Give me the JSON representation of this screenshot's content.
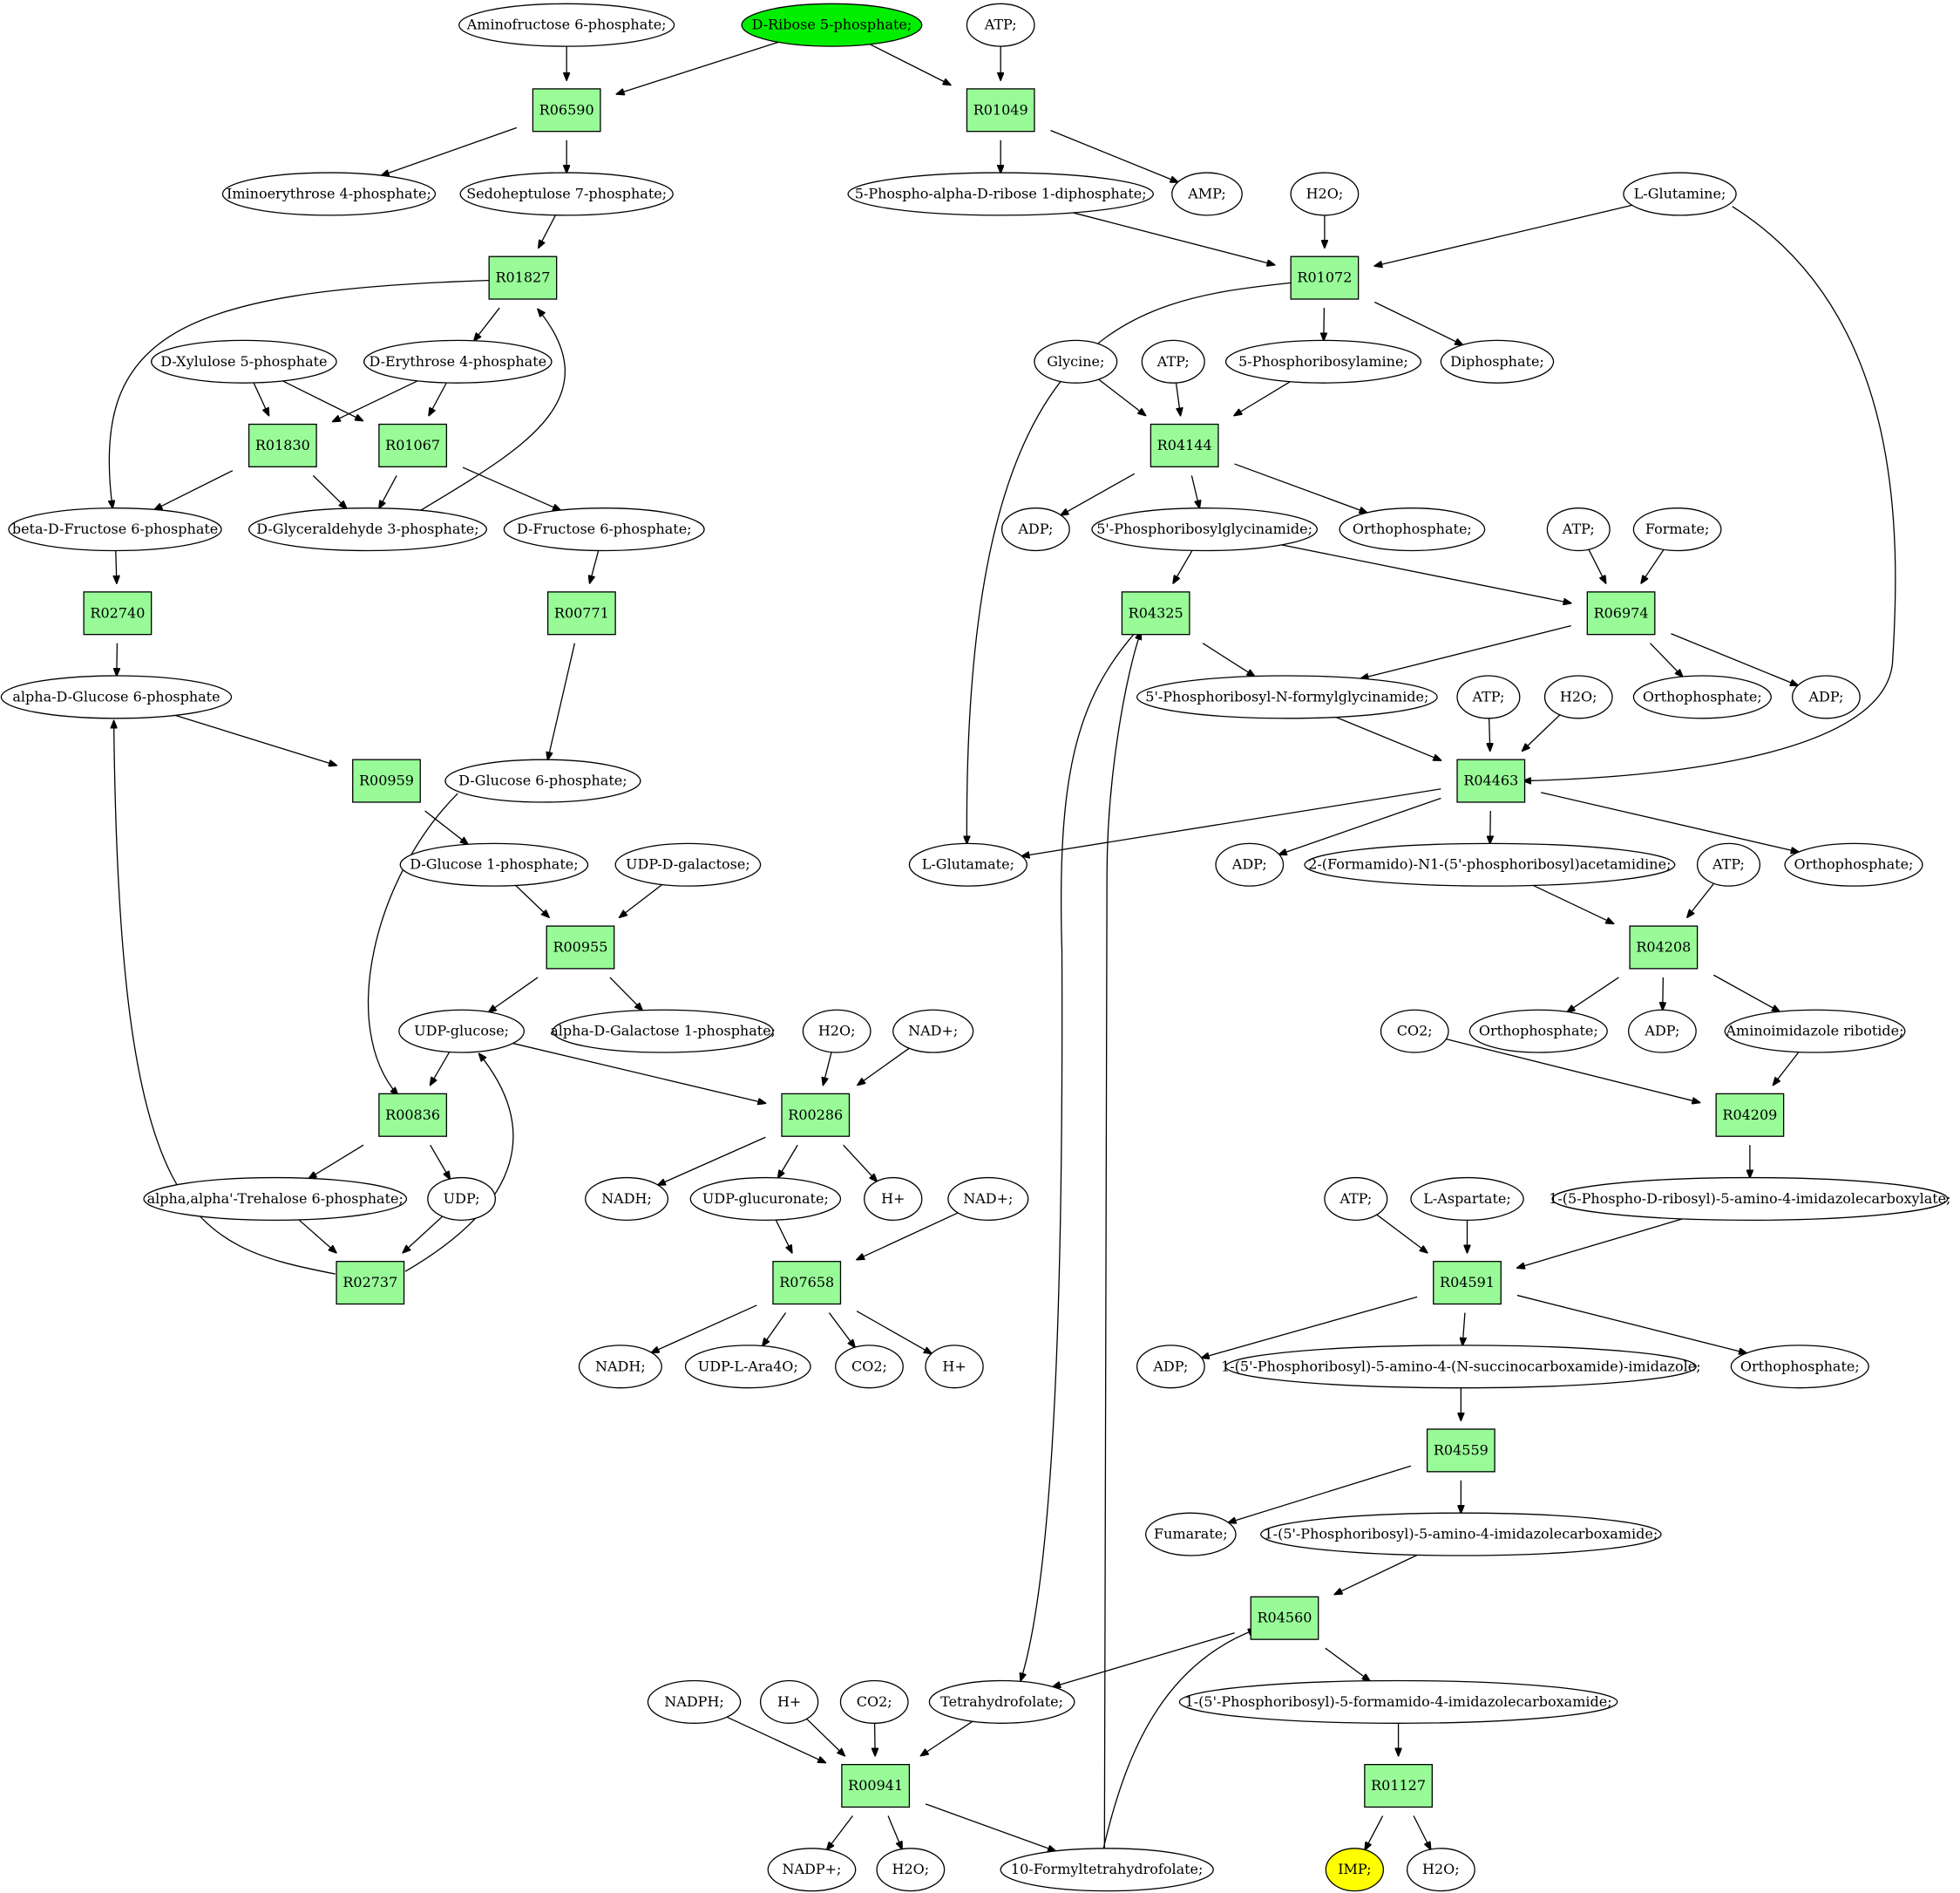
{
  "colors": {
    "reaction": "#98fb98",
    "metabolite": "#ffffff",
    "start": "#00ee00",
    "target": "#ffff00"
  },
  "nodes": [
    {
      "id": "m_aminofru6p",
      "kind": "compound",
      "label": "Aminofructose 6-phosphate;"
    },
    {
      "id": "m_ribose5p",
      "kind": "compound",
      "label": "D-Ribose 5-phosphate;",
      "role": "start"
    },
    {
      "id": "m_atp1",
      "kind": "compound",
      "label": "ATP;"
    },
    {
      "id": "r_R06590",
      "kind": "reaction",
      "label": "R06590"
    },
    {
      "id": "r_R01049",
      "kind": "reaction",
      "label": "R01049"
    },
    {
      "id": "m_iminoery4p",
      "kind": "compound",
      "label": "Iminoerythrose 4-phosphate;"
    },
    {
      "id": "m_sedo7p",
      "kind": "compound",
      "label": "Sedoheptulose 7-phosphate;"
    },
    {
      "id": "m_prpp",
      "kind": "compound",
      "label": "5-Phospho-alpha-D-ribose 1-diphosphate;"
    },
    {
      "id": "m_amp",
      "kind": "compound",
      "label": "AMP;"
    },
    {
      "id": "m_h2o1",
      "kind": "compound",
      "label": "H2O;"
    },
    {
      "id": "m_lgln",
      "kind": "compound",
      "label": "L-Glutamine;"
    },
    {
      "id": "r_R01827",
      "kind": "reaction",
      "label": "R01827"
    },
    {
      "id": "r_R01072",
      "kind": "reaction",
      "label": "R01072"
    },
    {
      "id": "m_xyl5p",
      "kind": "compound",
      "label": "D-Xylulose 5-phosphate"
    },
    {
      "id": "m_ery4p",
      "kind": "compound",
      "label": "D-Erythrose 4-phosphate"
    },
    {
      "id": "m_glycine",
      "kind": "compound",
      "label": "Glycine;"
    },
    {
      "id": "m_atp2",
      "kind": "compound",
      "label": "ATP;"
    },
    {
      "id": "m_pra",
      "kind": "compound",
      "label": "5-Phosphoribosylamine;"
    },
    {
      "id": "m_diphos",
      "kind": "compound",
      "label": "Diphosphate;"
    },
    {
      "id": "r_R01830",
      "kind": "reaction",
      "label": "R01830"
    },
    {
      "id": "r_R01067",
      "kind": "reaction",
      "label": "R01067"
    },
    {
      "id": "r_R04144",
      "kind": "reaction",
      "label": "R04144"
    },
    {
      "id": "m_bfru6p",
      "kind": "compound",
      "label": "beta-D-Fructose 6-phosphate"
    },
    {
      "id": "m_g3p",
      "kind": "compound",
      "label": "D-Glyceraldehyde 3-phosphate;"
    },
    {
      "id": "m_fru6p",
      "kind": "compound",
      "label": "D-Fructose 6-phosphate;"
    },
    {
      "id": "m_adp1",
      "kind": "compound",
      "label": "ADP;"
    },
    {
      "id": "m_gar",
      "kind": "compound",
      "label": "5'-Phosphoribosylglycinamide;"
    },
    {
      "id": "m_pi1",
      "kind": "compound",
      "label": "Orthophosphate;"
    },
    {
      "id": "m_atp3",
      "kind": "compound",
      "label": "ATP;"
    },
    {
      "id": "m_formate",
      "kind": "compound",
      "label": "Formate;"
    },
    {
      "id": "r_R02740",
      "kind": "reaction",
      "label": "R02740"
    },
    {
      "id": "r_R00771",
      "kind": "reaction",
      "label": "R00771"
    },
    {
      "id": "r_R04325",
      "kind": "reaction",
      "label": "R04325"
    },
    {
      "id": "r_R06974",
      "kind": "reaction",
      "label": "R06974"
    },
    {
      "id": "m_ag6p",
      "kind": "compound",
      "label": "alpha-D-Glucose 6-phosphate"
    },
    {
      "id": "m_fgar",
      "kind": "compound",
      "label": "5'-Phosphoribosyl-N-formylglycinamide;"
    },
    {
      "id": "m_atp4",
      "kind": "compound",
      "label": "ATP;"
    },
    {
      "id": "m_h2o2",
      "kind": "compound",
      "label": "H2O;"
    },
    {
      "id": "m_pi2",
      "kind": "compound",
      "label": "Orthophosphate;"
    },
    {
      "id": "m_adp2",
      "kind": "compound",
      "label": "ADP;"
    },
    {
      "id": "r_R00959",
      "kind": "reaction",
      "label": "R00959"
    },
    {
      "id": "m_g6p",
      "kind": "compound",
      "label": "D-Glucose 6-phosphate;"
    },
    {
      "id": "r_R04463",
      "kind": "reaction",
      "label": "R04463"
    },
    {
      "id": "m_g1p",
      "kind": "compound",
      "label": "D-Glucose 1-phosphate;"
    },
    {
      "id": "m_udpgal",
      "kind": "compound",
      "label": "UDP-D-galactose;"
    },
    {
      "id": "m_lglu",
      "kind": "compound",
      "label": "L-Glutamate;"
    },
    {
      "id": "m_adp3",
      "kind": "compound",
      "label": "ADP;"
    },
    {
      "id": "m_fgam",
      "kind": "compound",
      "label": "2-(Formamido)-N1-(5'-phosphoribosyl)acetamidine;"
    },
    {
      "id": "m_atp5",
      "kind": "compound",
      "label": "ATP;"
    },
    {
      "id": "m_pi3",
      "kind": "compound",
      "label": "Orthophosphate;"
    },
    {
      "id": "r_R00955",
      "kind": "reaction",
      "label": "R00955"
    },
    {
      "id": "r_R04208",
      "kind": "reaction",
      "label": "R04208"
    },
    {
      "id": "m_udpglc",
      "kind": "compound",
      "label": "UDP-glucose;"
    },
    {
      "id": "m_agal1p",
      "kind": "compound",
      "label": "alpha-D-Galactose 1-phosphate;"
    },
    {
      "id": "m_h2o3",
      "kind": "compound",
      "label": "H2O;"
    },
    {
      "id": "m_nad1",
      "kind": "compound",
      "label": "NAD+;"
    },
    {
      "id": "m_co2a",
      "kind": "compound",
      "label": "CO2;"
    },
    {
      "id": "m_pi4",
      "kind": "compound",
      "label": "Orthophosphate;"
    },
    {
      "id": "m_adp4",
      "kind": "compound",
      "label": "ADP;"
    },
    {
      "id": "m_air",
      "kind": "compound",
      "label": "Aminoimidazole ribotide;"
    },
    {
      "id": "r_R00836",
      "kind": "reaction",
      "label": "R00836"
    },
    {
      "id": "r_R00286",
      "kind": "reaction",
      "label": "R00286"
    },
    {
      "id": "r_R04209",
      "kind": "reaction",
      "label": "R04209"
    },
    {
      "id": "m_tre6p",
      "kind": "compound",
      "label": "alpha,alpha'-Trehalose 6-phosphate;"
    },
    {
      "id": "m_udp",
      "kind": "compound",
      "label": "UDP;"
    },
    {
      "id": "m_nadh1",
      "kind": "compound",
      "label": "NADH;"
    },
    {
      "id": "m_udpglcu",
      "kind": "compound",
      "label": "UDP-glucuronate;"
    },
    {
      "id": "m_h1",
      "kind": "compound",
      "label": "H+"
    },
    {
      "id": "m_nad2",
      "kind": "compound",
      "label": "NAD+;"
    },
    {
      "id": "m_atp6",
      "kind": "compound",
      "label": "ATP;"
    },
    {
      "id": "m_lasp",
      "kind": "compound",
      "label": "L-Aspartate;"
    },
    {
      "id": "m_cair",
      "kind": "compound",
      "label": "1-(5-Phospho-D-ribosyl)-5-amino-4-imidazolecarboxylate;"
    },
    {
      "id": "r_R02737",
      "kind": "reaction",
      "label": "R02737"
    },
    {
      "id": "r_R07658",
      "kind": "reaction",
      "label": "R07658"
    },
    {
      "id": "r_R04591",
      "kind": "reaction",
      "label": "R04591"
    },
    {
      "id": "m_nadh2",
      "kind": "compound",
      "label": "NADH;"
    },
    {
      "id": "m_udpara",
      "kind": "compound",
      "label": "UDP-L-Ara4O;"
    },
    {
      "id": "m_co2b",
      "kind": "compound",
      "label": "CO2;"
    },
    {
      "id": "m_h2",
      "kind": "compound",
      "label": "H+"
    },
    {
      "id": "m_adp5",
      "kind": "compound",
      "label": "ADP;"
    },
    {
      "id": "m_saicar",
      "kind": "compound",
      "label": "1-(5'-Phosphoribosyl)-5-amino-4-(N-succinocarboxamide)-imidazole;"
    },
    {
      "id": "m_pi5",
      "kind": "compound",
      "label": "Orthophosphate;"
    },
    {
      "id": "r_R04559",
      "kind": "reaction",
      "label": "R04559"
    },
    {
      "id": "m_fumarate",
      "kind": "compound",
      "label": "Fumarate;"
    },
    {
      "id": "m_aicar",
      "kind": "compound",
      "label": "1-(5'-Phosphoribosyl)-5-amino-4-imidazolecarboxamide;"
    },
    {
      "id": "r_R04560",
      "kind": "reaction",
      "label": "R04560"
    },
    {
      "id": "m_nadph",
      "kind": "compound",
      "label": "NADPH;"
    },
    {
      "id": "m_h3",
      "kind": "compound",
      "label": "H+"
    },
    {
      "id": "m_co2c",
      "kind": "compound",
      "label": "CO2;"
    },
    {
      "id": "m_thf",
      "kind": "compound",
      "label": "Tetrahydrofolate;"
    },
    {
      "id": "m_faicar",
      "kind": "compound",
      "label": "1-(5'-Phosphoribosyl)-5-formamido-4-imidazolecarboxamide;"
    },
    {
      "id": "r_R00941",
      "kind": "reaction",
      "label": "R00941"
    },
    {
      "id": "r_R01127",
      "kind": "reaction",
      "label": "R01127"
    },
    {
      "id": "m_nadp",
      "kind": "compound",
      "label": "NADP+;"
    },
    {
      "id": "m_h2o4",
      "kind": "compound",
      "label": "H2O;"
    },
    {
      "id": "m_fthf",
      "kind": "compound",
      "label": "10-Formyltetrahydrofolate;"
    },
    {
      "id": "m_imp",
      "kind": "compound",
      "label": "IMP;",
      "role": "target"
    },
    {
      "id": "m_h2o5",
      "kind": "compound",
      "label": "H2O;"
    }
  ],
  "edges": [
    [
      "m_aminofru6p",
      "r_R06590"
    ],
    [
      "m_ribose5p",
      "r_R06590"
    ],
    [
      "m_ribose5p",
      "r_R01049"
    ],
    [
      "m_atp1",
      "r_R01049"
    ],
    [
      "r_R06590",
      "m_iminoery4p"
    ],
    [
      "r_R06590",
      "m_sedo7p"
    ],
    [
      "r_R01049",
      "m_prpp"
    ],
    [
      "r_R01049",
      "m_amp"
    ],
    [
      "m_sedo7p",
      "r_R01827"
    ],
    [
      "m_g3p",
      "r_R01827"
    ],
    [
      "r_R01827",
      "m_ery4p"
    ],
    [
      "r_R01827",
      "m_bfru6p"
    ],
    [
      "m_xyl5p",
      "r_R01830"
    ],
    [
      "m_ery4p",
      "r_R01830"
    ],
    [
      "m_xyl5p",
      "r_R01067"
    ],
    [
      "m_ery4p",
      "r_R01067"
    ],
    [
      "r_R01830",
      "m_bfru6p"
    ],
    [
      "r_R01830",
      "m_g3p"
    ],
    [
      "r_R01067",
      "m_g3p"
    ],
    [
      "r_R01067",
      "m_fru6p"
    ],
    [
      "m_bfru6p",
      "r_R02740"
    ],
    [
      "r_R02740",
      "m_ag6p"
    ],
    [
      "m_fru6p",
      "r_R00771"
    ],
    [
      "r_R00771",
      "m_g6p"
    ],
    [
      "m_ag6p",
      "r_R00959"
    ],
    [
      "r_R00959",
      "m_g1p"
    ],
    [
      "m_g1p",
      "r_R00955"
    ],
    [
      "m_udpgal",
      "r_R00955"
    ],
    [
      "r_R00955",
      "m_udpglc"
    ],
    [
      "r_R00955",
      "m_agal1p"
    ],
    [
      "m_udpglc",
      "r_R00836"
    ],
    [
      "m_g6p",
      "r_R00836"
    ],
    [
      "r_R00836",
      "m_tre6p"
    ],
    [
      "r_R00836",
      "m_udp"
    ],
    [
      "m_tre6p",
      "r_R02737"
    ],
    [
      "m_udp",
      "r_R02737"
    ],
    [
      "r_R02737",
      "m_ag6p"
    ],
    [
      "r_R02737",
      "m_udpglc"
    ],
    [
      "m_udpglc",
      "r_R00286"
    ],
    [
      "m_h2o3",
      "r_R00286"
    ],
    [
      "m_nad1",
      "r_R00286"
    ],
    [
      "r_R00286",
      "m_nadh1"
    ],
    [
      "r_R00286",
      "m_udpglcu"
    ],
    [
      "r_R00286",
      "m_h1"
    ],
    [
      "m_udpglcu",
      "r_R07658"
    ],
    [
      "m_nad2",
      "r_R07658"
    ],
    [
      "r_R07658",
      "m_nadh2"
    ],
    [
      "r_R07658",
      "m_udpara"
    ],
    [
      "r_R07658",
      "m_co2b"
    ],
    [
      "r_R07658",
      "m_h2"
    ],
    [
      "m_prpp",
      "r_R01072"
    ],
    [
      "m_h2o1",
      "r_R01072"
    ],
    [
      "m_lgln",
      "r_R01072"
    ],
    [
      "r_R01072",
      "m_pra"
    ],
    [
      "r_R01072",
      "m_diphos"
    ],
    [
      "r_R01072",
      "m_lglu"
    ],
    [
      "m_glycine",
      "r_R04144"
    ],
    [
      "m_atp2",
      "r_R04144"
    ],
    [
      "m_pra",
      "r_R04144"
    ],
    [
      "r_R04144",
      "m_adp1"
    ],
    [
      "r_R04144",
      "m_gar"
    ],
    [
      "r_R04144",
      "m_pi1"
    ],
    [
      "m_gar",
      "r_R04325"
    ],
    [
      "m_fthf",
      "r_R04325"
    ],
    [
      "r_R04325",
      "m_fgar"
    ],
    [
      "r_R04325",
      "m_thf"
    ],
    [
      "m_gar",
      "r_R06974"
    ],
    [
      "m_atp3",
      "r_R06974"
    ],
    [
      "m_formate",
      "r_R06974"
    ],
    [
      "r_R06974",
      "m_fgar"
    ],
    [
      "r_R06974",
      "m_pi2"
    ],
    [
      "r_R06974",
      "m_adp2"
    ],
    [
      "m_fgar",
      "r_R04463"
    ],
    [
      "m_atp4",
      "r_R04463"
    ],
    [
      "m_h2o2",
      "r_R04463"
    ],
    [
      "m_lgln",
      "r_R04463"
    ],
    [
      "r_R04463",
      "m_lglu"
    ],
    [
      "r_R04463",
      "m_adp3"
    ],
    [
      "r_R04463",
      "m_fgam"
    ],
    [
      "r_R04463",
      "m_pi3"
    ],
    [
      "m_fgam",
      "r_R04208"
    ],
    [
      "m_atp5",
      "r_R04208"
    ],
    [
      "r_R04208",
      "m_pi4"
    ],
    [
      "r_R04208",
      "m_adp4"
    ],
    [
      "r_R04208",
      "m_air"
    ],
    [
      "m_co2a",
      "r_R04209"
    ],
    [
      "m_air",
      "r_R04209"
    ],
    [
      "r_R04209",
      "m_cair"
    ],
    [
      "m_atp6",
      "r_R04591"
    ],
    [
      "m_lasp",
      "r_R04591"
    ],
    [
      "m_cair",
      "r_R04591"
    ],
    [
      "r_R04591",
      "m_adp5"
    ],
    [
      "r_R04591",
      "m_saicar"
    ],
    [
      "r_R04591",
      "m_pi5"
    ],
    [
      "m_saicar",
      "r_R04559"
    ],
    [
      "r_R04559",
      "m_fumarate"
    ],
    [
      "r_R04559",
      "m_aicar"
    ],
    [
      "m_aicar",
      "r_R04560"
    ],
    [
      "m_fthf",
      "r_R04560"
    ],
    [
      "r_R04560",
      "m_thf"
    ],
    [
      "r_R04560",
      "m_faicar"
    ],
    [
      "m_faicar",
      "r_R01127"
    ],
    [
      "r_R01127",
      "m_imp"
    ],
    [
      "r_R01127",
      "m_h2o5"
    ],
    [
      "m_nadph",
      "r_R00941"
    ],
    [
      "m_h3",
      "r_R00941"
    ],
    [
      "m_co2c",
      "r_R00941"
    ],
    [
      "m_thf",
      "r_R00941"
    ],
    [
      "r_R00941",
      "m_nadp"
    ],
    [
      "r_R00941",
      "m_h2o4"
    ],
    [
      "r_R00941",
      "m_fthf"
    ]
  ]
}
